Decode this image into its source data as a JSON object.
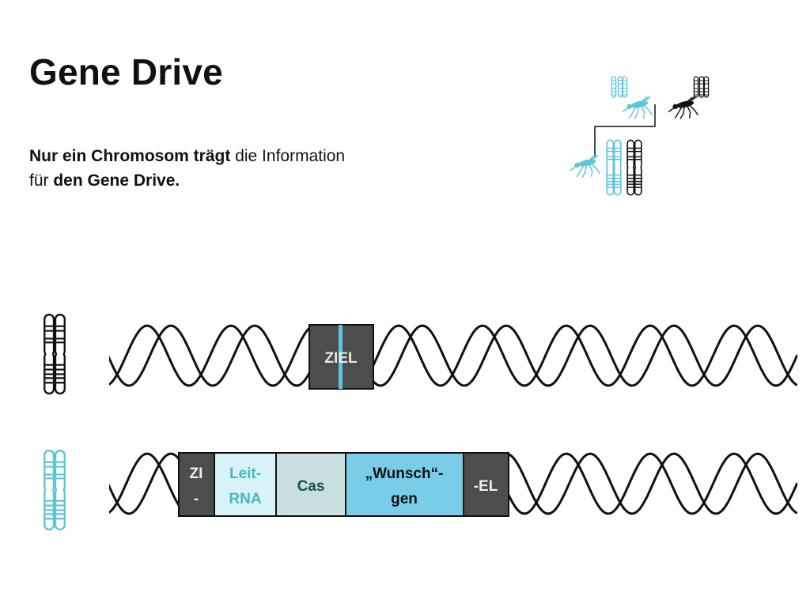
{
  "slide": {
    "title": "Gene Drive",
    "subtitle": {
      "part1_bold": "Nur ein Chromosom trägt",
      "part2": " die Information",
      "part3": "für ",
      "part4_bold": "den Gene Drive."
    }
  },
  "diagram": {
    "colors": {
      "cyan": "#5bc5db",
      "dark_box": "#4d4d4d",
      "leit_rna": "#d7f3f7",
      "cas": "#c9dede",
      "wunschgen": "#79cde9",
      "black": "#111111"
    },
    "top_strand": {
      "target_label": "ZIEL"
    },
    "bottom_strand": {
      "segments": [
        {
          "id": "zi",
          "line1": "ZI",
          "line2": "-"
        },
        {
          "id": "leit-rna",
          "line1": "Leit-",
          "line2": "RNA"
        },
        {
          "id": "cas",
          "line1": "Cas",
          "line2": ""
        },
        {
          "id": "wunschgen",
          "line1": "„Wunsch“-",
          "line2": "gen"
        },
        {
          "id": "el",
          "line1": "-EL",
          "line2": ""
        }
      ]
    },
    "icons": [
      "chromosome-icon",
      "mosquito-icon",
      "pedigree-line-icon"
    ]
  }
}
